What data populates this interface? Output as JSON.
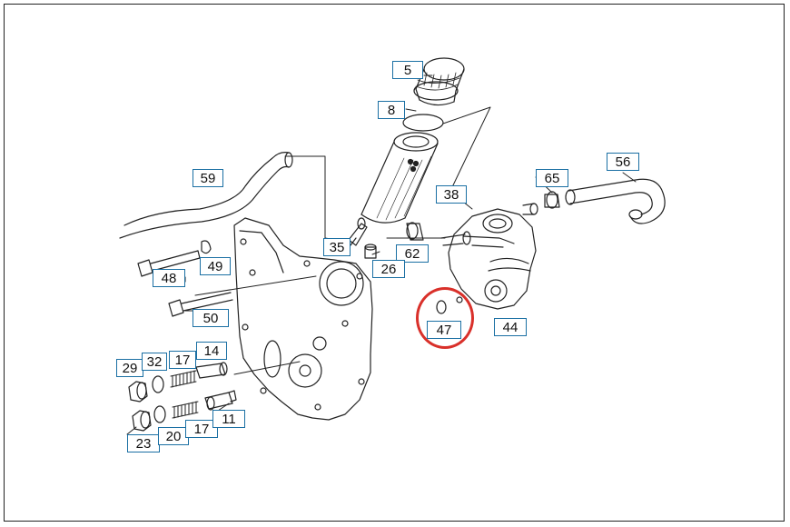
{
  "colors": {
    "callout_border": "#1a6fa3",
    "highlight": "#d9302a",
    "line": "#222222"
  },
  "callouts": {
    "c5": "5",
    "c8": "8",
    "c59": "59",
    "c38": "38",
    "c65": "65",
    "c56": "56",
    "c35": "35",
    "c62": "62",
    "c26": "26",
    "c48": "48",
    "c49": "49",
    "c50": "50",
    "c47": "47",
    "c44": "44",
    "c29": "29",
    "c32": "32",
    "c17a": "17",
    "c14": "14",
    "c23": "23",
    "c20": "20",
    "c17b": "17",
    "c11": "11"
  },
  "highlighted_part": "47"
}
